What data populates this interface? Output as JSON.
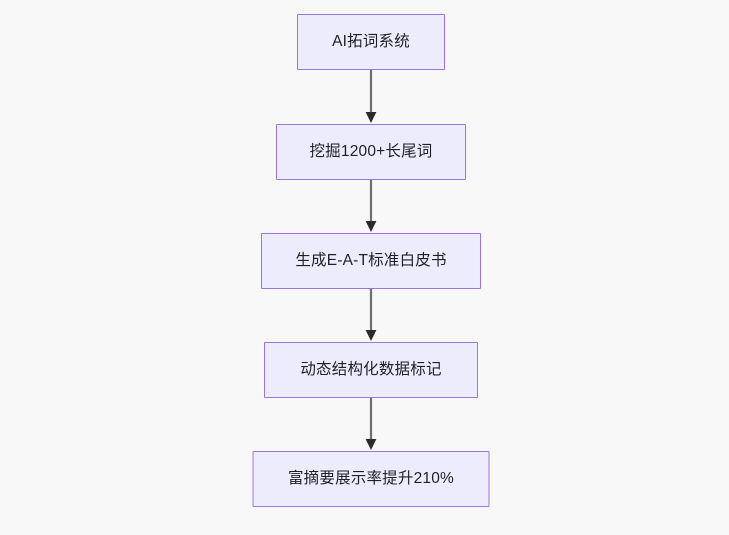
{
  "diagram": {
    "type": "flowchart",
    "orientation": "top-to-bottom",
    "background_color": "#f8f8f8",
    "node_fill_color": "#ececfd",
    "node_border_color": "#9a77d8",
    "node_text_color": "#1f2024",
    "edge_color": "#6f6f6f",
    "arrowhead_color": "#2b2b2b",
    "nodes": [
      {
        "id": "n1",
        "label": "AI拓词系统"
      },
      {
        "id": "n2",
        "label": "挖掘1200+长尾词"
      },
      {
        "id": "n3",
        "label": "生成E-A-T标准白皮书"
      },
      {
        "id": "n4",
        "label": "动态结构化数据标记"
      },
      {
        "id": "n5",
        "label": "富摘要展示率提升210%"
      }
    ],
    "edges": [
      {
        "id": "e1",
        "from": "n1",
        "to": "n2",
        "label": "",
        "arrow": "arrow-down-icon"
      },
      {
        "id": "e2",
        "from": "n2",
        "to": "n3",
        "label": "",
        "arrow": "arrow-down-icon"
      },
      {
        "id": "e3",
        "from": "n3",
        "to": "n4",
        "label": "",
        "arrow": "arrow-down-icon"
      },
      {
        "id": "e4",
        "from": "n4",
        "to": "n5",
        "label": "",
        "arrow": "arrow-down-icon"
      }
    ]
  }
}
